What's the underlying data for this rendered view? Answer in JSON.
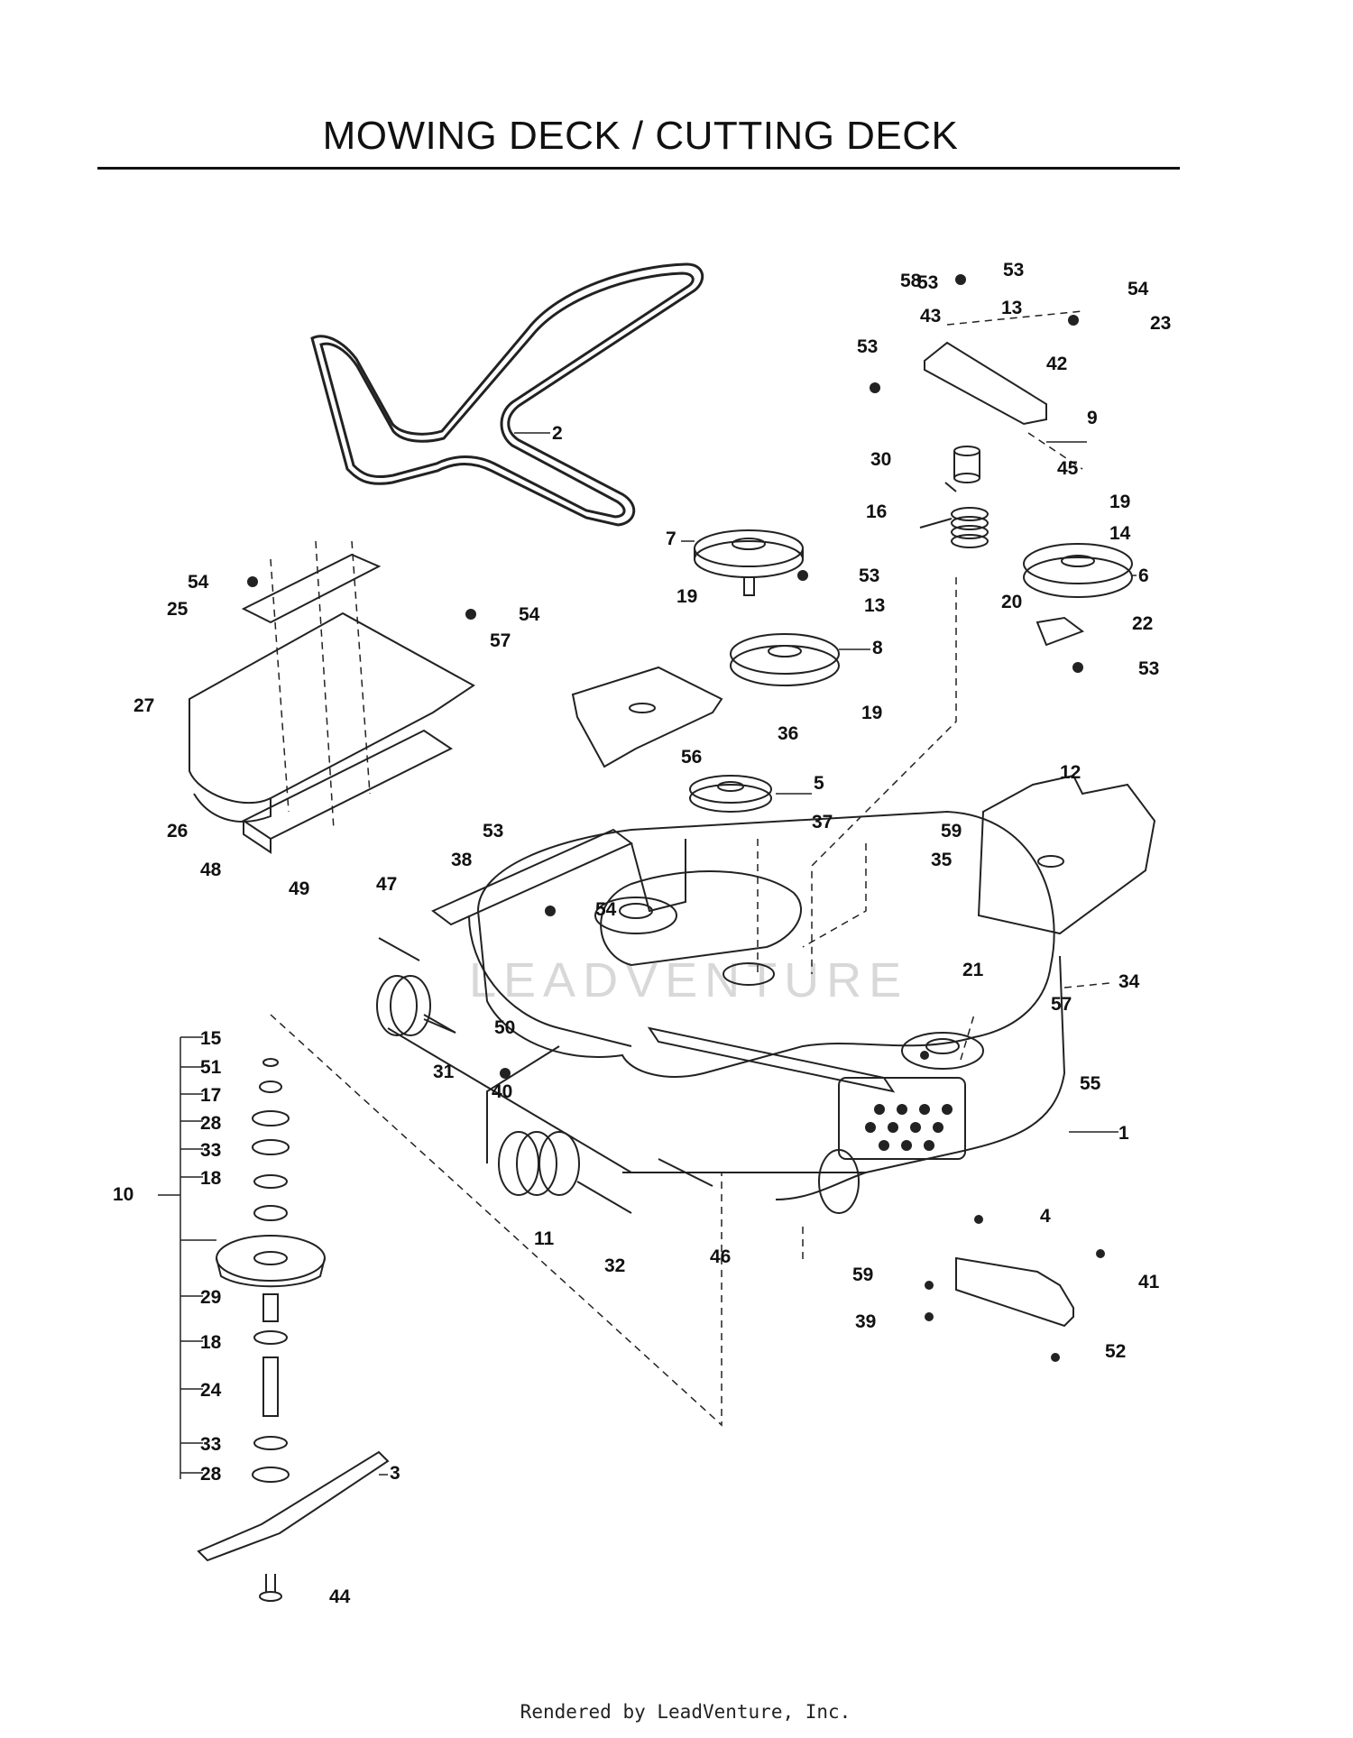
{
  "title": "MOWING DECK / CUTTING DECK",
  "footer": "Rendered by LeadVenture, Inc.",
  "watermark": "LEADVENTURE",
  "callouts": [
    "1",
    "2",
    "3",
    "4",
    "5",
    "6",
    "7",
    "8",
    "9",
    "10",
    "11",
    "12",
    "13",
    "13",
    "14",
    "15",
    "16",
    "17",
    "18",
    "18",
    "19",
    "19",
    "19",
    "20",
    "21",
    "22",
    "23",
    "24",
    "25",
    "26",
    "27",
    "28",
    "28",
    "29",
    "30",
    "31",
    "32",
    "33",
    "33",
    "34",
    "35",
    "36",
    "37",
    "38",
    "39",
    "40",
    "41",
    "42",
    "43",
    "44",
    "45",
    "46",
    "47",
    "48",
    "49",
    "50",
    "51",
    "52",
    "53",
    "53",
    "53",
    "53",
    "53",
    "53",
    "54",
    "54",
    "54",
    "54",
    "55",
    "56",
    "57",
    "57",
    "58",
    "59",
    "59"
  ]
}
